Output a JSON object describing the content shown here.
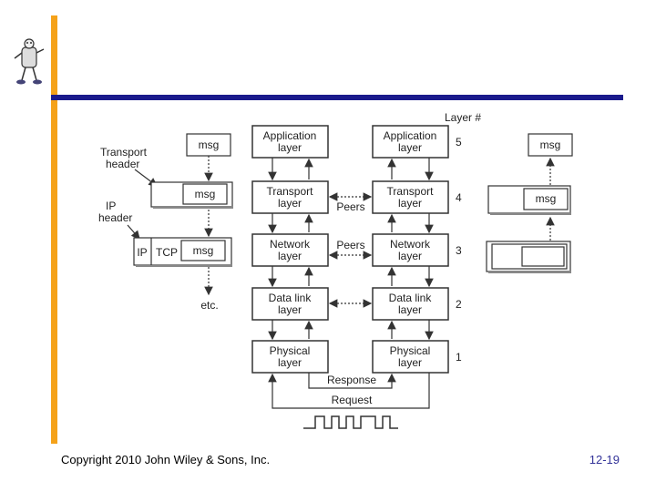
{
  "footer": {
    "copyright": "Copyright 2010 John Wiley & Sons, Inc.",
    "page": "12-19"
  },
  "mascot": {
    "icon": "cartoon-character-icon"
  },
  "diagram": {
    "layer_heading": "Layer #",
    "left_stack": [
      {
        "line1": "Application",
        "line2": "layer",
        "num": "5"
      },
      {
        "line1": "Transport",
        "line2": "layer",
        "num": "4"
      },
      {
        "line1": "Network",
        "line2": "layer",
        "num": "3"
      },
      {
        "line1": "Data link",
        "line2": "layer",
        "num": "2"
      },
      {
        "line1": "Physical",
        "line2": "layer",
        "num": "1"
      }
    ],
    "right_stack": [
      {
        "line1": "Application",
        "line2": "layer"
      },
      {
        "line1": "Transport",
        "line2": "layer"
      },
      {
        "line1": "Network",
        "line2": "layer"
      },
      {
        "line1": "Data link",
        "line2": "layer"
      },
      {
        "line1": "Physical",
        "line2": "layer"
      }
    ],
    "peers_label_1": "Peers",
    "peers_label_2": "Peers",
    "response_label": "Response",
    "request_label": "Request",
    "transport_header_1": "Transport",
    "transport_header_2": "header",
    "ip_header_1": "IP",
    "ip_header_2": "header",
    "msg": "msg",
    "ip": "IP",
    "tcp": "TCP",
    "etc": "etc."
  }
}
